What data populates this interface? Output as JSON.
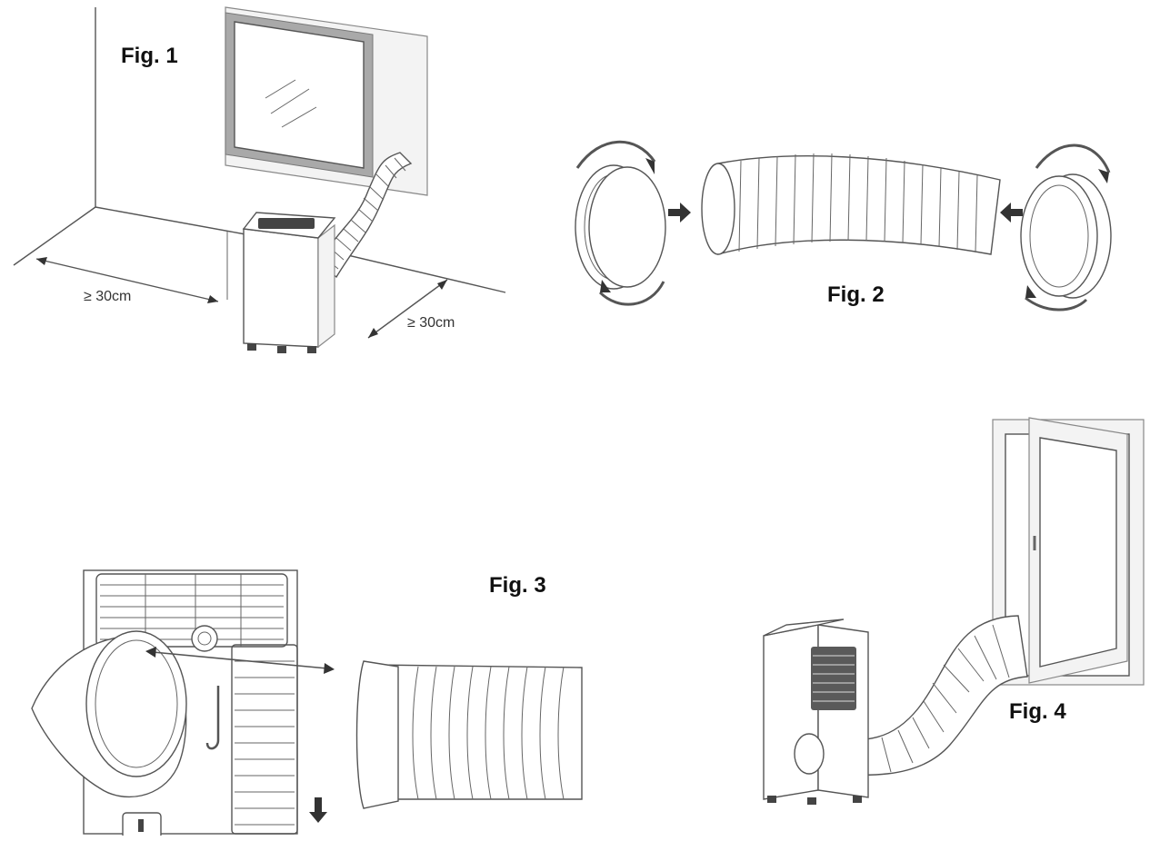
{
  "figures": [
    {
      "id": "fig1",
      "label": "Fig. 1",
      "dimensions": [
        "≥ 30cm",
        "≥ 30cm"
      ]
    },
    {
      "id": "fig2",
      "label": "Fig. 2"
    },
    {
      "id": "fig3",
      "label": "Fig. 3"
    },
    {
      "id": "fig4",
      "label": "Fig. 4"
    }
  ],
  "colors": {
    "line": "#555555",
    "frame": "#a9a9a9",
    "arrow": "#333333",
    "text": "#111111"
  }
}
